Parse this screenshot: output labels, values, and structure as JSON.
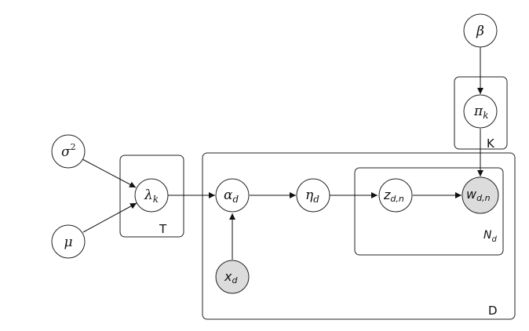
{
  "nodes": {
    "beta": {
      "symbol": "β"
    },
    "pi": {
      "symbol": "π",
      "sub": "k"
    },
    "sigma": {
      "symbol": "σ",
      "sup": "2"
    },
    "mu": {
      "symbol": "μ"
    },
    "lambda": {
      "symbol": "λ",
      "sub": "k"
    },
    "alpha": {
      "symbol": "α",
      "sub": "d"
    },
    "eta": {
      "symbol": "η",
      "sub": "d"
    },
    "z": {
      "symbol": "z",
      "sub": "d,n"
    },
    "w": {
      "symbol": "w",
      "sub": "d,n",
      "observed": true
    },
    "x": {
      "symbol": "x",
      "sub": "d",
      "observed": true
    }
  },
  "plates": {
    "K": {
      "label": "K"
    },
    "T": {
      "label": "T"
    },
    "D": {
      "label": "D"
    },
    "N": {
      "label": "N",
      "sub": "d"
    }
  }
}
